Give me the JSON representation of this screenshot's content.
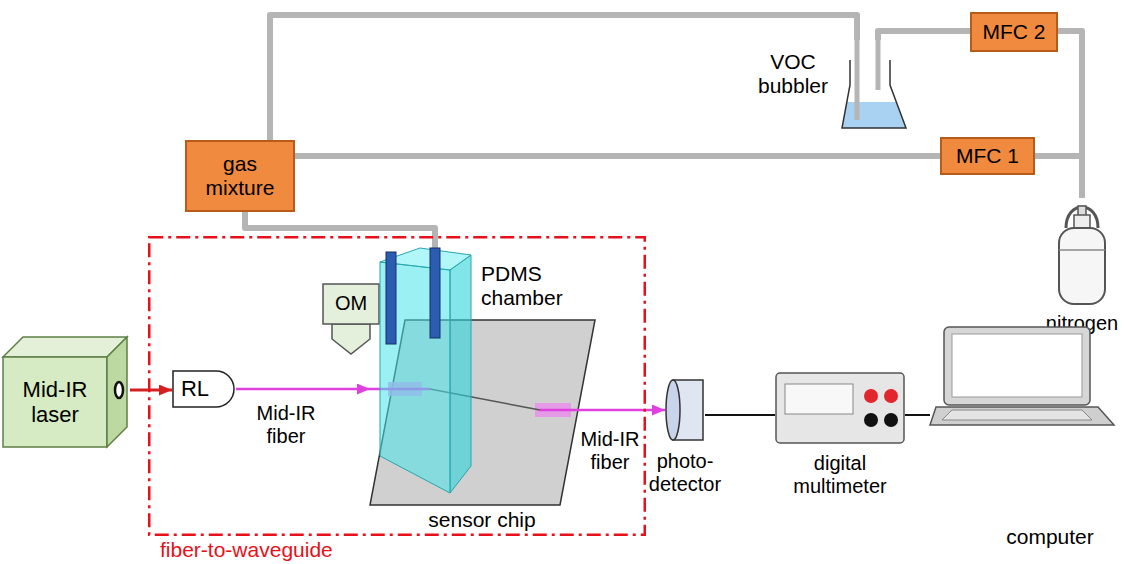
{
  "diagram": {
    "nodes": [
      {
        "text": [
          "Mid-IR laser"
        ]
      },
      {
        "text": [
          "fiber-to-waveguide"
        ]
      },
      {
        "text": [
          "RL"
        ],
        "in": 1
      },
      {
        "text": [
          "OM"
        ],
        "in": 1
      },
      {
        "text": [
          "sensor chip"
        ],
        "in": 1
      },
      {
        "text": [
          "PDMS chamber"
        ],
        "in": 1
      },
      {
        "text": [
          "gas mixture"
        ]
      },
      {
        "text": [
          "VOC bubbler"
        ]
      },
      {
        "text": [
          "MFC 2"
        ]
      },
      {
        "text": [
          "MFC 1"
        ]
      },
      {
        "text": [
          "nitrogen"
        ]
      },
      {
        "text": [
          "photo- detector"
        ]
      },
      {
        "text": [
          "digital multimeter"
        ]
      },
      {
        "text": [
          "computer"
        ]
      }
    ],
    "edges": [
      {
        "from": 0,
        "to": 2,
        "arrow": "to"
      },
      {
        "from": 2,
        "to": 4,
        "label": "Mid-IR fiber",
        "arrow": "to"
      },
      {
        "from": 4,
        "to": 11,
        "label": "Mid-IR fiber",
        "arrow": "to"
      },
      {
        "from": 11,
        "to": 12,
        "arrow": "none"
      },
      {
        "from": 12,
        "to": 13,
        "arrow": "none"
      },
      {
        "from": 6,
        "to": 5,
        "arrow": "none"
      },
      {
        "from": 9,
        "to": 6,
        "arrow": "none"
      },
      {
        "from": 8,
        "to": 7,
        "arrow": "none"
      },
      {
        "from": 7,
        "to": 6,
        "arrow": "none"
      },
      {
        "from": 10,
        "to": 9,
        "arrow": "none"
      },
      {
        "from": 10,
        "to": 8,
        "arrow": "none"
      }
    ]
  }
}
